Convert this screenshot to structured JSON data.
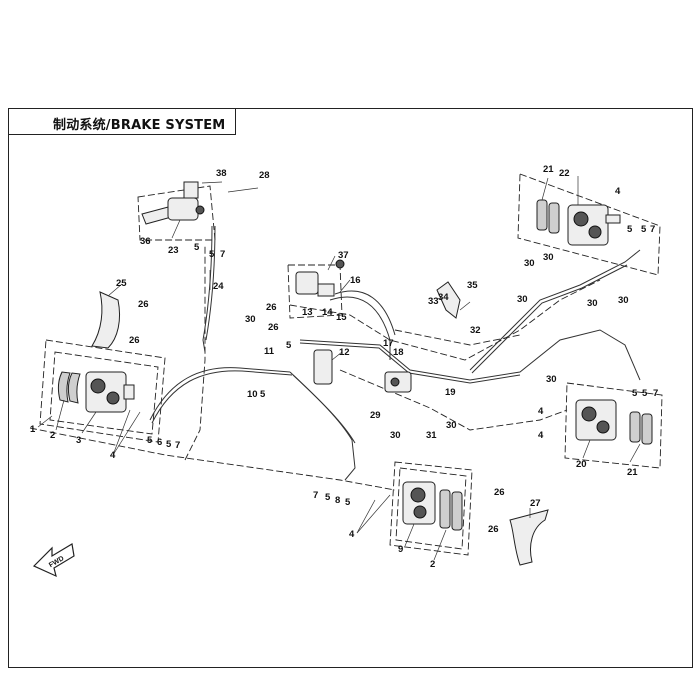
{
  "title": "制动系统/BRAKE SYSTEM",
  "fwd_label": "FWD",
  "callouts": {
    "c1": "1",
    "c2a": "2",
    "c2b": "2",
    "c3": "3",
    "c4a": "4",
    "c4b": "4",
    "c4c": "4",
    "c4d": "4",
    "c4e": "4",
    "c5a": "5",
    "c5b": "5",
    "c5c": "5",
    "c5d": "5",
    "c5e": "5",
    "c5f": "5",
    "c5g": "5",
    "c5h": "5",
    "c5i": "5",
    "c5j": "5",
    "c6": "6",
    "c7a": "7",
    "c7b": "7",
    "c7c": "7",
    "c7d": "7",
    "c7e": "7",
    "c8": "8",
    "c9": "9",
    "c10": "10",
    "c11": "11",
    "c12": "12",
    "c13": "13",
    "c14": "14",
    "c15": "15",
    "c16": "16",
    "c17": "17",
    "c18": "18",
    "c19": "19",
    "c20": "20",
    "c21a": "21",
    "c21b": "21",
    "c22": "22",
    "c23": "23",
    "c24": "24",
    "c25": "25",
    "c26a": "26",
    "c26b": "26",
    "c26c": "26",
    "c26d": "26",
    "c26e": "26",
    "c26f": "26",
    "c27": "27",
    "c28": "28",
    "c29": "29",
    "c30a": "30",
    "c30b": "30",
    "c30c": "30",
    "c30d": "30",
    "c30e": "30",
    "c30f": "30",
    "c30g": "30",
    "c30h": "30",
    "c30i": "30",
    "c31": "31",
    "c32": "32",
    "c33": "33",
    "c34": "34",
    "c35": "35",
    "c36": "36",
    "c37": "37",
    "c38": "38"
  }
}
